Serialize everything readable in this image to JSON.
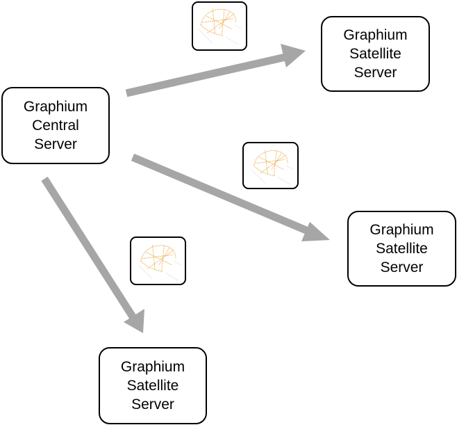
{
  "diagram": {
    "central_server": {
      "lines": [
        "Graphium",
        "Central",
        "Server"
      ]
    },
    "satellite_servers": [
      {
        "lines": [
          "Graphium",
          "Satellite",
          "Server"
        ]
      },
      {
        "lines": [
          "Graphium",
          "Satellite",
          "Server"
        ]
      },
      {
        "lines": [
          "Graphium",
          "Satellite",
          "Server"
        ]
      }
    ],
    "colors": {
      "arrow": "#a6a6a6",
      "box_border": "#000000",
      "map_lines": "#e8a030"
    },
    "icons": {
      "map_thumbnail": "graph-map-icon",
      "connection": "arrow"
    }
  }
}
